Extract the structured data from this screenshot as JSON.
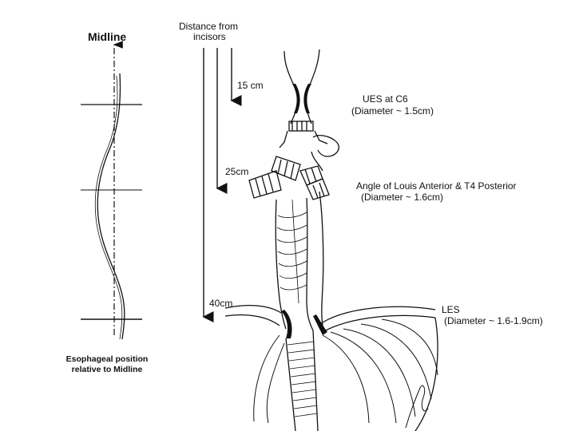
{
  "midline": {
    "title": "Midline",
    "caption_line1": "Esophageal position",
    "caption_line2": "relative to Midline"
  },
  "distance": {
    "header_line1": "Distance from",
    "header_line2": "incisors",
    "mark_15": "15 cm",
    "mark_25": "25cm",
    "mark_40": "40cm"
  },
  "annotations": {
    "ues_title": "UES at C6",
    "ues_diameter": "(Diameter ~ 1.5cm)",
    "louis_title": "Angle of Louis Anterior & T4 Posterior",
    "louis_diameter": "(Diameter ~ 1.6cm)",
    "les_title": "LES",
    "les_diameter": "(Diameter ~ 1.6-1.9cm)"
  },
  "colors": {
    "ink": "#111111",
    "background": "#ffffff"
  }
}
